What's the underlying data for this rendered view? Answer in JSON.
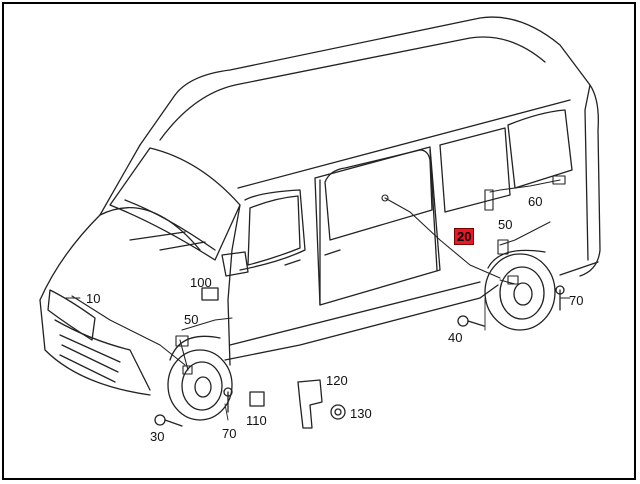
{
  "diagram": {
    "highlight_color": "#e8182a",
    "callouts": [
      {
        "key": "p10",
        "label": "10"
      },
      {
        "key": "p20",
        "label": "20"
      },
      {
        "key": "p30",
        "label": "30"
      },
      {
        "key": "p40",
        "label": "40"
      },
      {
        "key": "p50_front",
        "label": "50"
      },
      {
        "key": "p50_rear",
        "label": "50"
      },
      {
        "key": "p60",
        "label": "60"
      },
      {
        "key": "p70_front",
        "label": "70"
      },
      {
        "key": "p70_rear",
        "label": "70"
      },
      {
        "key": "p100",
        "label": "100"
      },
      {
        "key": "p110",
        "label": "110"
      },
      {
        "key": "p120",
        "label": "120"
      },
      {
        "key": "p130",
        "label": "130"
      }
    ],
    "highlighted": "p20"
  }
}
